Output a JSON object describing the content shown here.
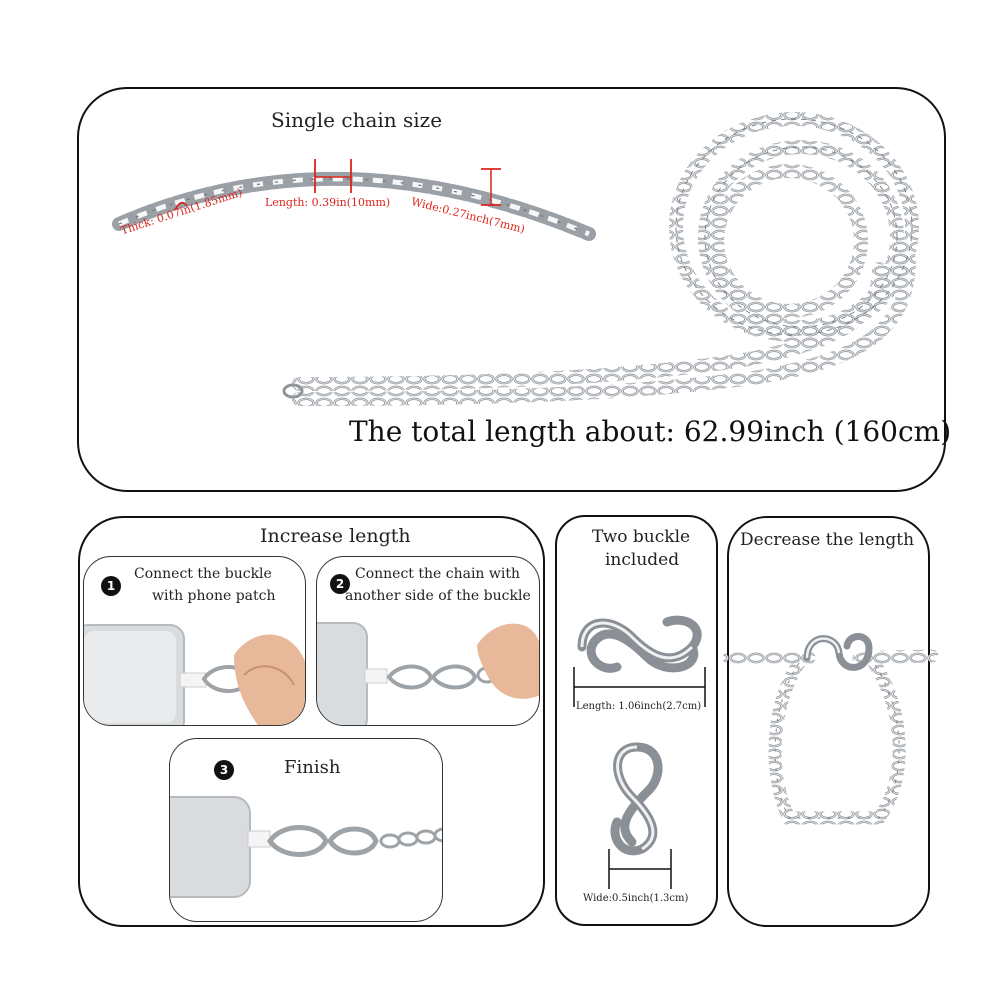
{
  "top": {
    "single_chain_title": "Single chain size",
    "thick_label": "Thick: 0.07in(1.85mm)",
    "length_label": "Length: 0.39in(10mm)",
    "wide_label": "Wide:0.27inch(7mm)",
    "total_length": "The total length about: 62.99inch (160cm)"
  },
  "increase": {
    "title": "Increase length",
    "step1_number": "1",
    "step1_text_line1": "Connect the buckle",
    "step1_text_line2": "with phone patch",
    "step2_number": "2",
    "step2_text_line1": "Connect the chain with",
    "step2_text_line2": "another side of the buckle",
    "step3_number": "3",
    "step3_text": "Finish"
  },
  "buckle": {
    "title_line1": "Two buckle",
    "title_line2": "included",
    "length_label": "Length: 1.06inch(2.7cm)",
    "wide_label": "Wide:0.5inch(1.3cm)"
  },
  "decrease": {
    "title": "Decrease the length"
  },
  "colors": {
    "annotation_red": "#d9261c",
    "border": "#111111",
    "chain_silver": "#9ea3a8"
  }
}
